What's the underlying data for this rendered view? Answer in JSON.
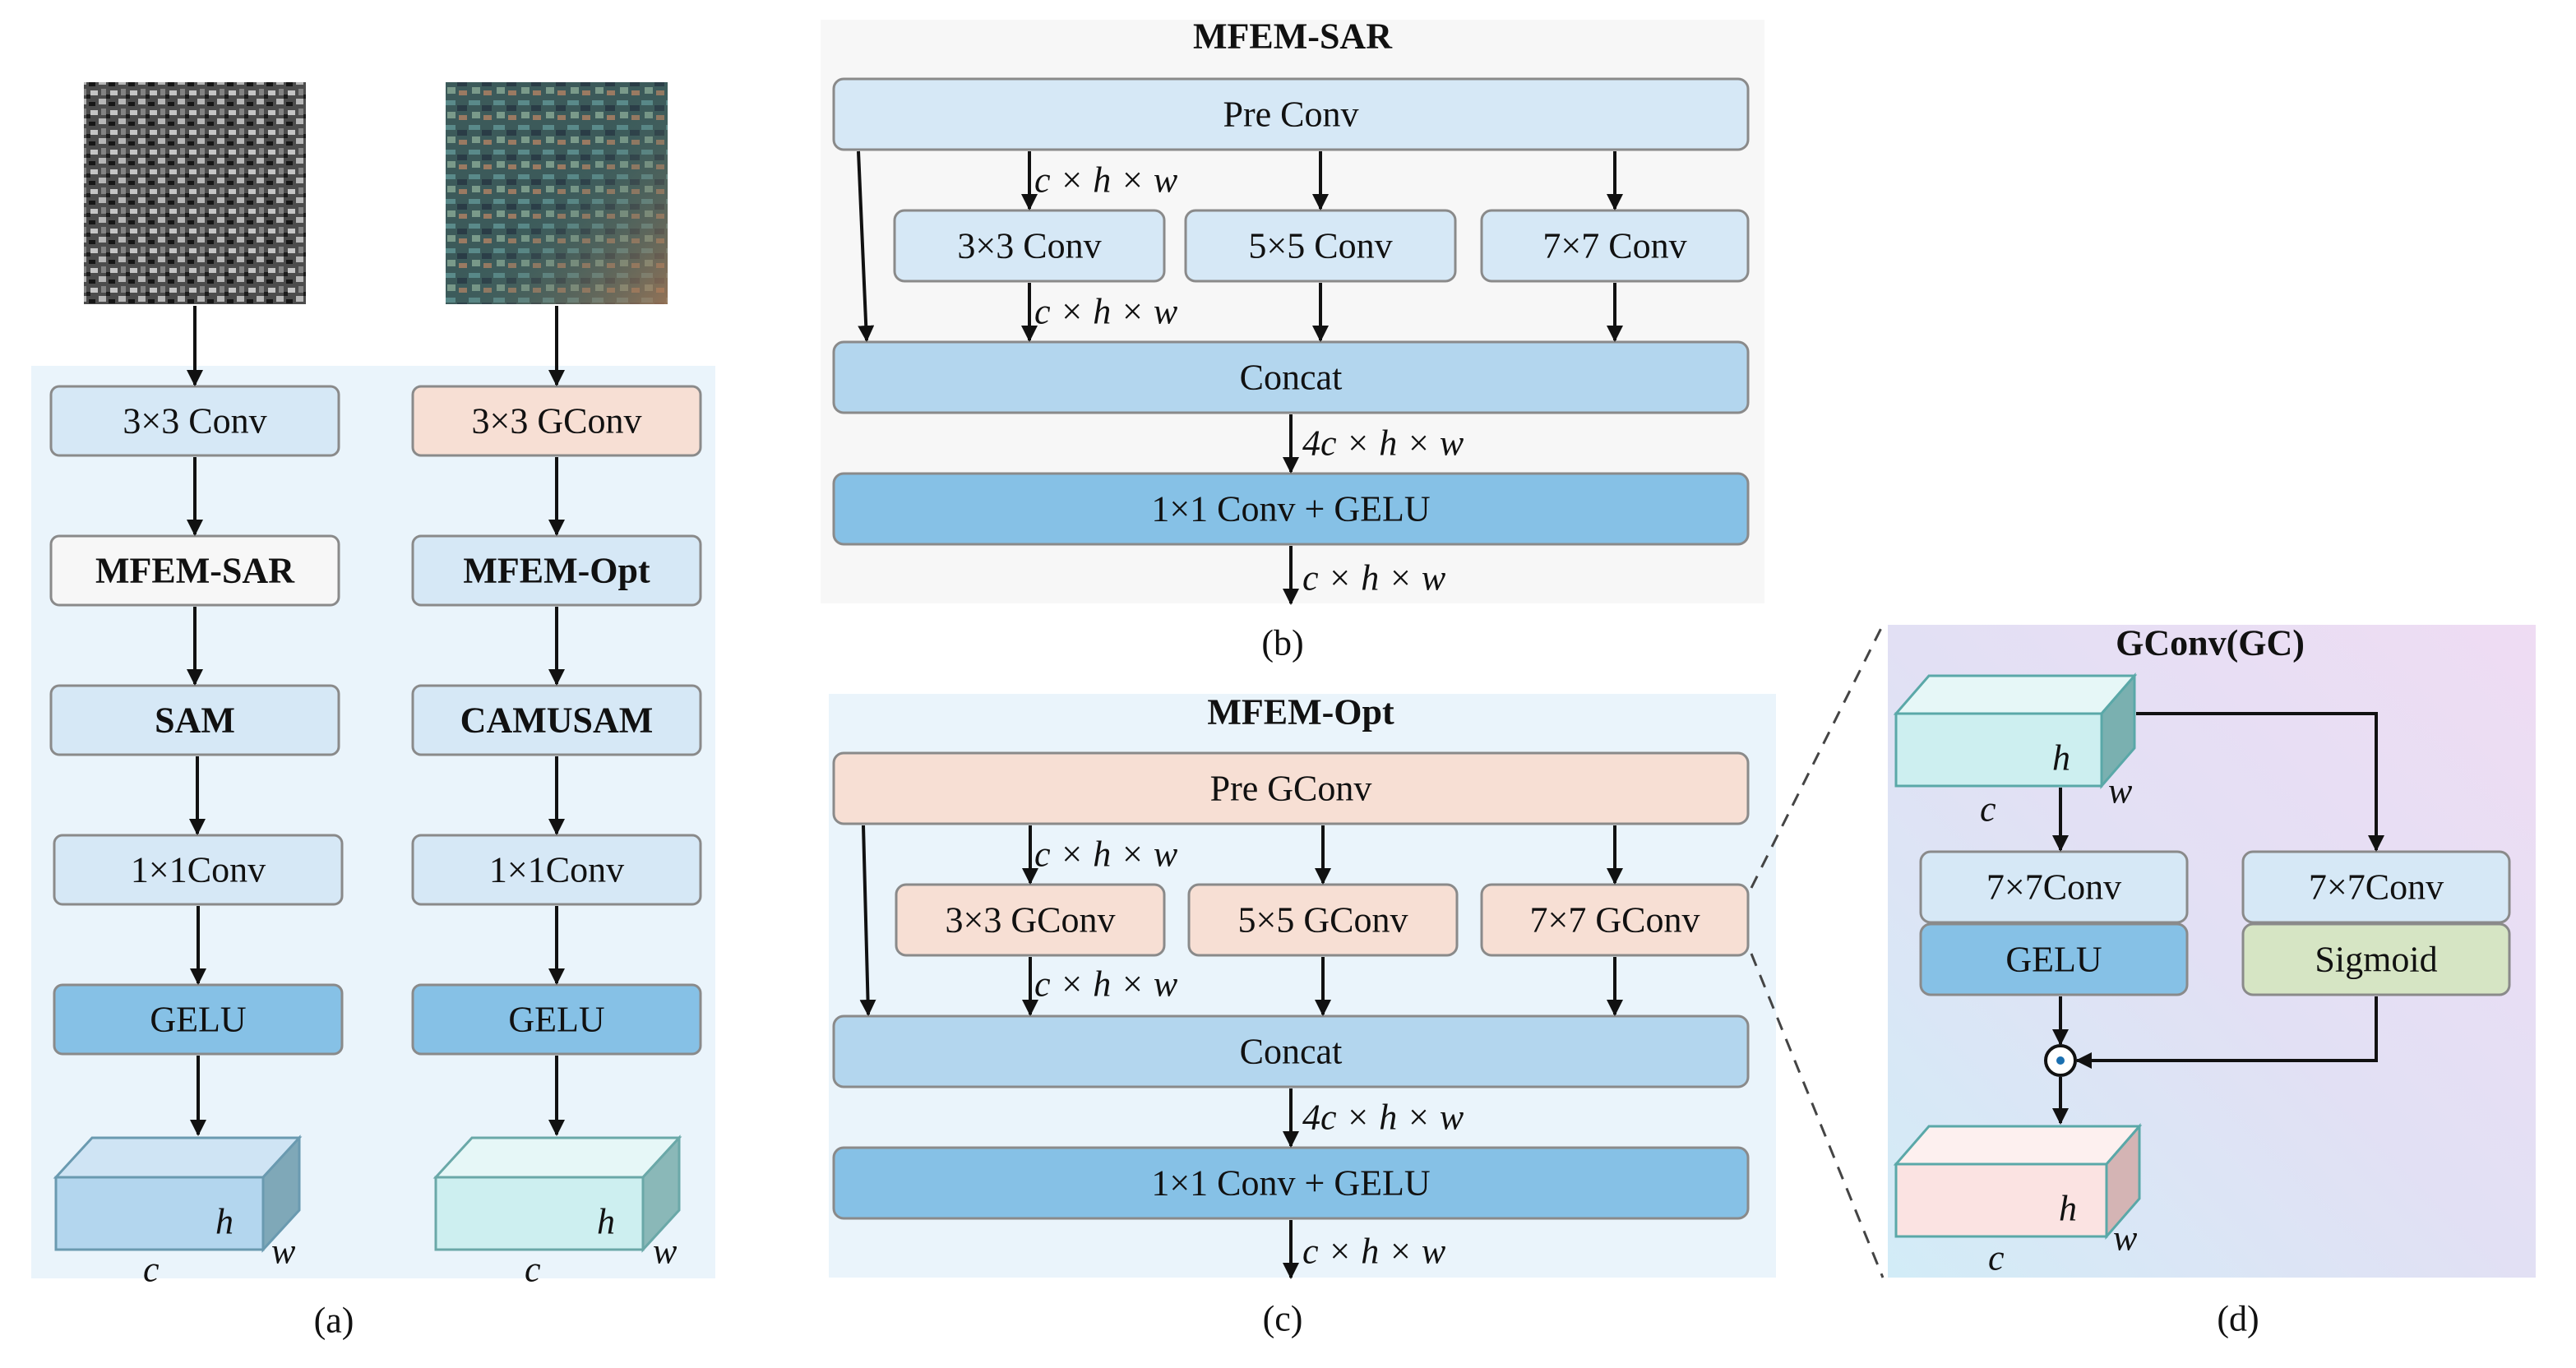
{
  "colors": {
    "panel_blue_bg": "#eaf4fb",
    "panel_gray_bg": "#f7f7f7",
    "light_blue": "#d6e8f6",
    "mid_blue": "#b3d6ee",
    "strong_blue": "#86c1e6",
    "peach": "#f7dfd4",
    "white_box": "#f7f7f7",
    "sigmoid_green": "#d6e5c4",
    "cuboid_blue": "#b3d6ee",
    "cuboid_cyan": "#cdeff0",
    "cuboid_pink": "#fbe3e2"
  },
  "panel_a": {
    "caption": "(a)",
    "sar_branch": {
      "input_image": "sar-texture-image",
      "blocks": [
        "3×3 Conv",
        "MFEM-SAR",
        "SAM",
        "1×1Conv",
        "GELU"
      ],
      "cuboid": {
        "h": "h",
        "w": "w",
        "c": "c"
      }
    },
    "opt_branch": {
      "input_image": "optical-texture-image",
      "blocks": [
        "3×3 GConv",
        "MFEM-Opt",
        "CAMUSAM",
        "1×1Conv",
        "GELU"
      ],
      "cuboid": {
        "h": "h",
        "w": "w",
        "c": "c"
      }
    }
  },
  "panel_b": {
    "title": "MFEM-SAR",
    "caption": "(b)",
    "pre": "Pre Conv",
    "convs": [
      "3×3 Conv",
      "5×5 Conv",
      "7×7 Conv"
    ],
    "concat": "Concat",
    "final": "1×1 Conv + GELU",
    "dim_top": "c × h × w",
    "dim_mid": "c × h × w",
    "dim_concat": "4c × h × w",
    "dim_out": "c × h × w"
  },
  "panel_c": {
    "title": "MFEM-Opt",
    "caption": "(c)",
    "pre": "Pre GConv",
    "convs": [
      "3×3 GConv",
      "5×5 GConv",
      "7×7 GConv"
    ],
    "concat": "Concat",
    "final": "1×1 Conv + GELU",
    "dim_top": "c × h × w",
    "dim_mid": "c × h × w",
    "dim_concat": "4c × h × w",
    "dim_out": "c × h × w"
  },
  "panel_d": {
    "title": "GConv(GC)",
    "caption": "(d)",
    "left_conv": "7×7Conv",
    "left_act": "GELU",
    "right_conv": "7×7Conv",
    "right_act": "Sigmoid",
    "multiply_icon": "hadamard-product-icon",
    "input_cuboid": {
      "h": "h",
      "w": "w",
      "c": "c"
    },
    "output_cuboid": {
      "h": "h",
      "w": "w",
      "c": "c"
    }
  }
}
